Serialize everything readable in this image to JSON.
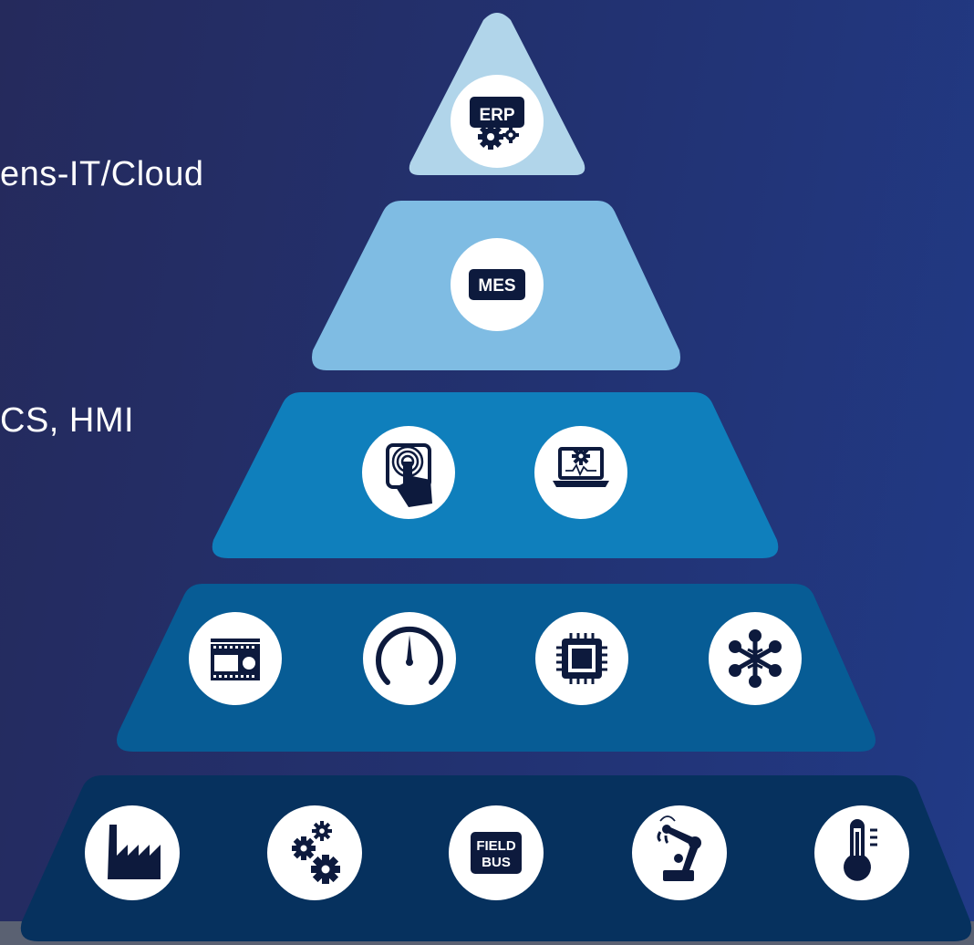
{
  "labels": {
    "cloud": "ens-IT/Cloud",
    "scada": "CS, HMI"
  },
  "tiers": [
    {
      "level": 1,
      "color": "#b1d5ea",
      "icons": [
        {
          "name": "erp-icon",
          "text": "ERP"
        }
      ]
    },
    {
      "level": 2,
      "color": "#7fbce3",
      "icons": [
        {
          "name": "mes-icon",
          "text": "MES"
        }
      ]
    },
    {
      "level": 3,
      "color": "#0f7fbc",
      "icons": [
        {
          "name": "touch-panel-icon"
        },
        {
          "name": "monitoring-laptop-icon"
        }
      ]
    },
    {
      "level": 4,
      "color": "#075c95",
      "icons": [
        {
          "name": "plc-module-icon"
        },
        {
          "name": "gauge-icon"
        },
        {
          "name": "chip-icon"
        },
        {
          "name": "network-hub-icon"
        }
      ]
    },
    {
      "level": 5,
      "color": "#06315e",
      "icons": [
        {
          "name": "factory-icon"
        },
        {
          "name": "gears-icon"
        },
        {
          "name": "fieldbus-icon",
          "text": "FIELD BUS",
          "lines": [
            "FIELD",
            "BUS"
          ]
        },
        {
          "name": "robot-arm-icon"
        },
        {
          "name": "thermometer-icon"
        }
      ]
    }
  ]
}
